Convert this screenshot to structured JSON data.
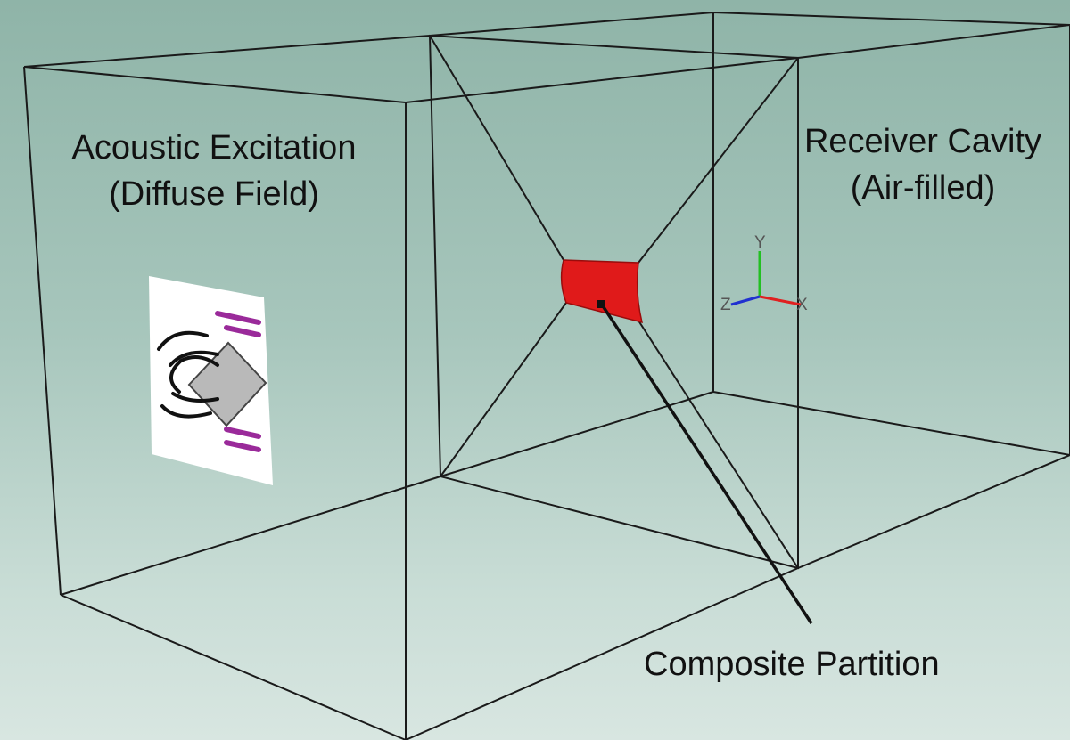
{
  "labels": {
    "source_line1": "Acoustic Excitation",
    "source_line2": "(Diffuse Field)",
    "receiver_line1": "Receiver Cavity",
    "receiver_line2": "(Air-filled)",
    "partition": "Composite Partition"
  },
  "axes": {
    "y": "Y",
    "z": "Z",
    "x": "X"
  },
  "icons": {
    "source_icon": "diffuse-field-source-icon",
    "triad": "coordinate-triad-icon"
  },
  "colors": {
    "partition": "#e01a1a",
    "wireframe": "#1a1a1a",
    "axis_x": "#e02020",
    "axis_y": "#22c022",
    "axis_z": "#2030d0",
    "icon_accent": "#9a2a9a"
  }
}
